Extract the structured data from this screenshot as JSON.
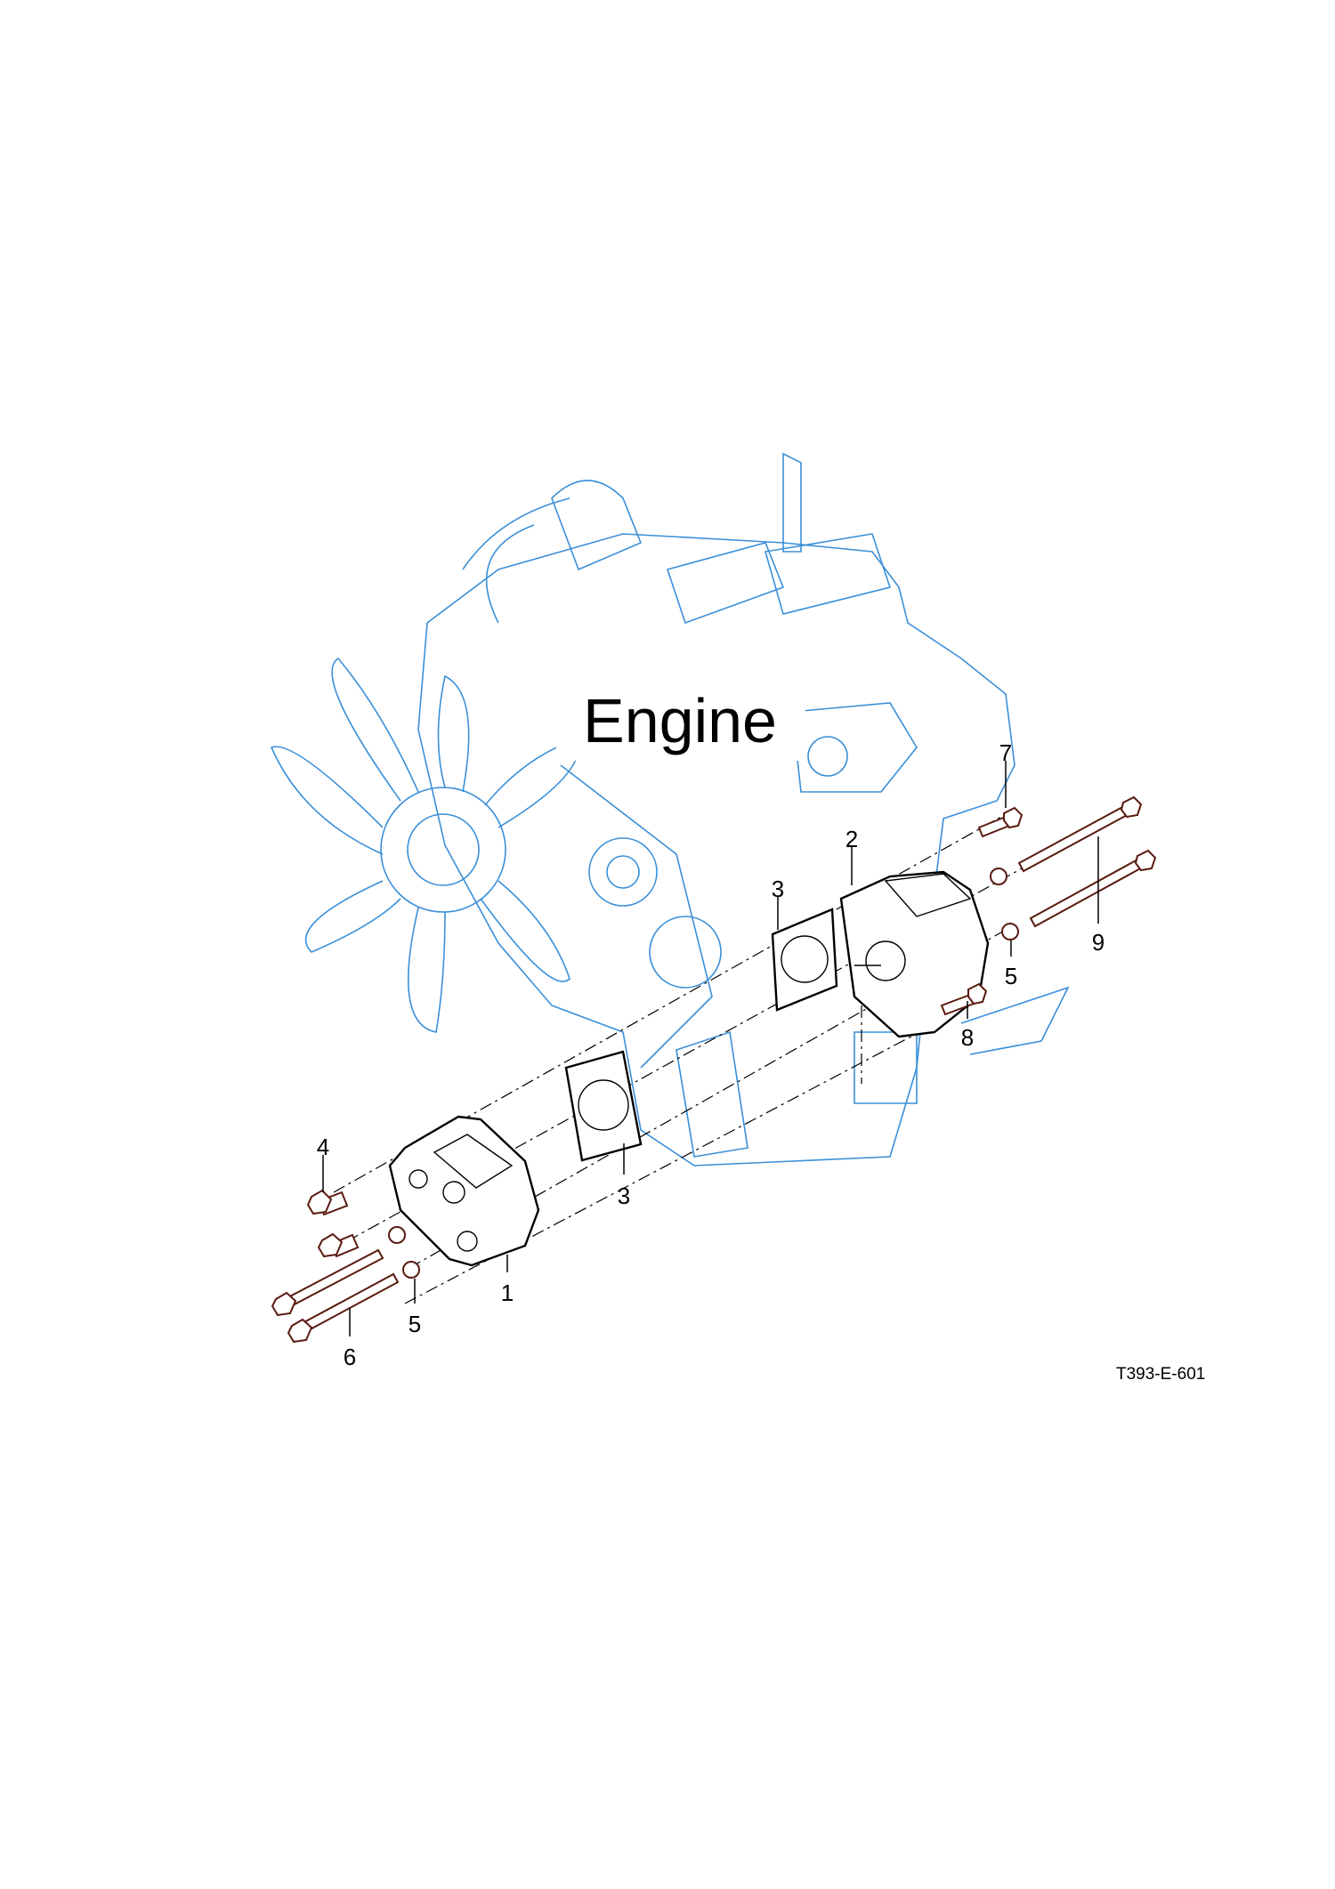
{
  "diagram": {
    "engine_label": "Engine",
    "figure_code": "T393-E-601",
    "callouts": {
      "pump_1": "1",
      "pump_2": "2",
      "gasket_upper": "3",
      "gasket_lower": "3",
      "bolt_4": "4",
      "washer_upper": "5",
      "washer_lower": "5",
      "bolt_6": "6",
      "bolt_7": "7",
      "bolt_8": "8",
      "bolt_9": "9"
    },
    "colors": {
      "engine_outline": "#3a8fd8",
      "parts_outline": "#000000",
      "hardware": "#5a1a10"
    }
  }
}
